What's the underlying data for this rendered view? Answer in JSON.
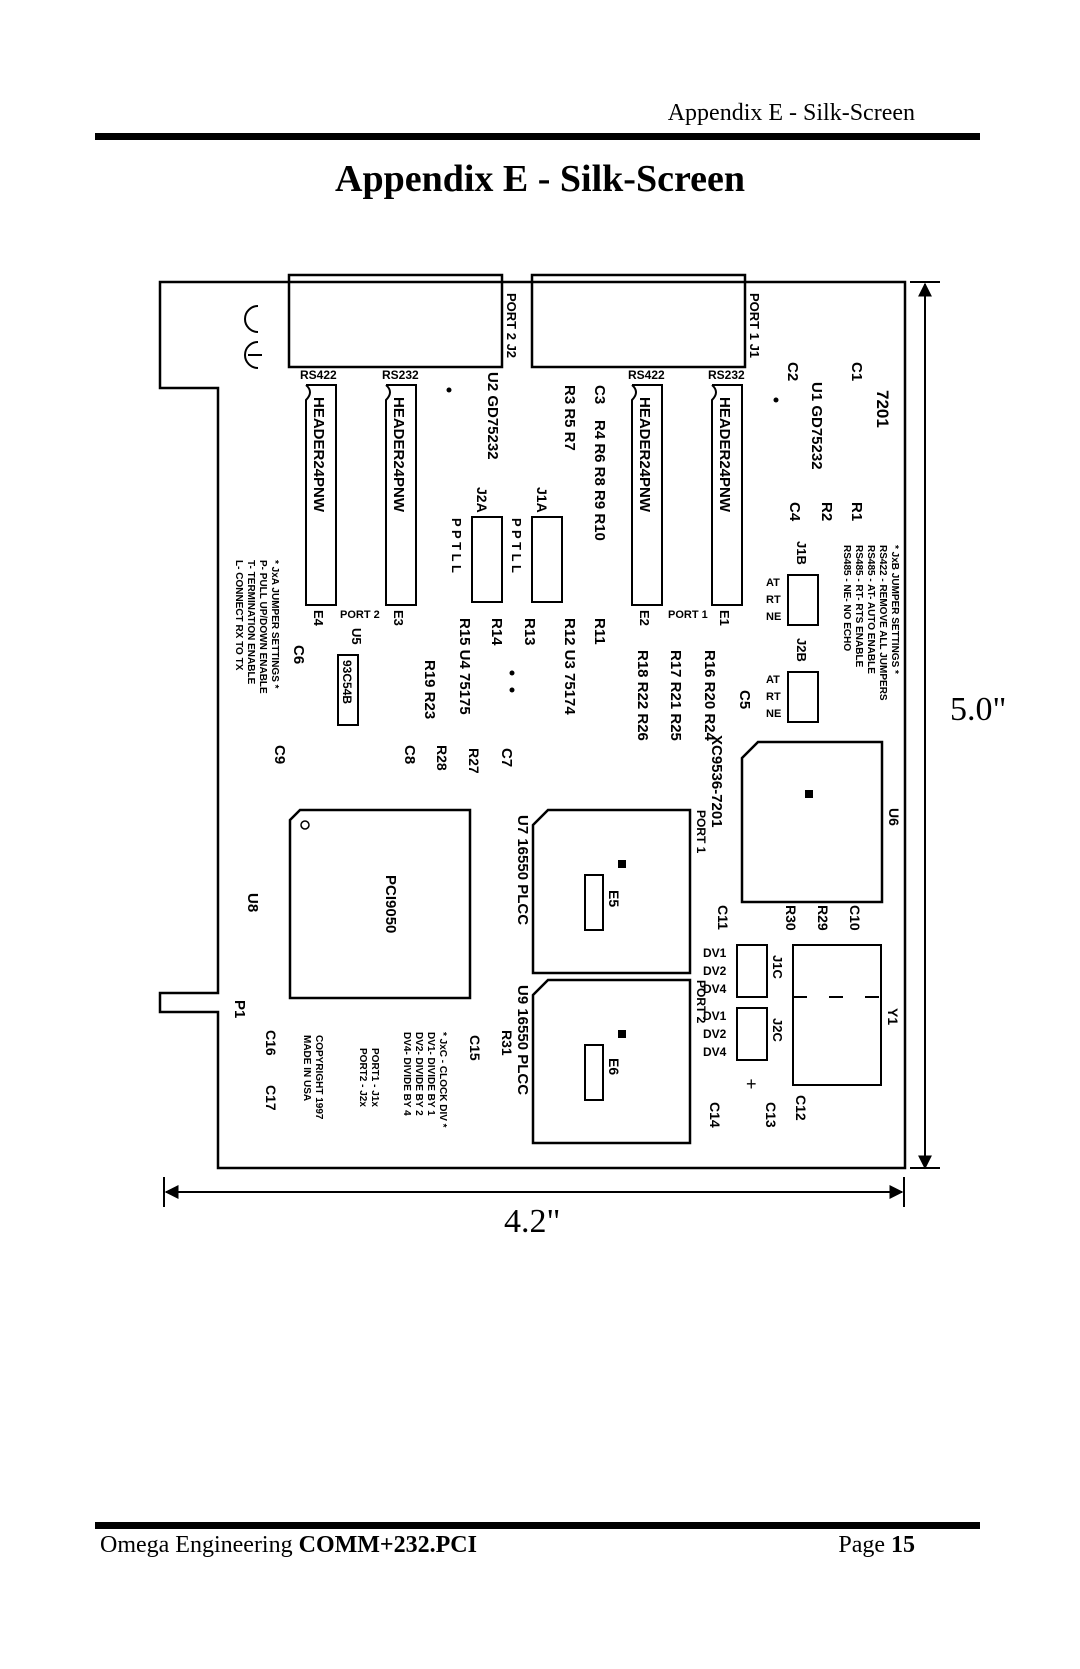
{
  "header": {
    "running_title": "Appendix E - Silk-Screen"
  },
  "page": {
    "title": "Appendix E - Silk-Screen"
  },
  "figure": {
    "dim_height": "5.0\"",
    "dim_width": "4.2\"",
    "labels": {
      "port2_j2": "PORT 2  J2",
      "port1_j1": "PORT 1  J1",
      "rs422_a": "RS422",
      "rs232_a": "RS232",
      "rs422_b": "RS422",
      "rs232_b": "RS232",
      "header_e4": "HEADER24PNW",
      "header_e3": "HEADER24PNW",
      "header_e2": "HEADER24PNW",
      "header_e1": "HEADER24PNW",
      "e4": "E4",
      "e3": "E3",
      "e2": "E2",
      "e1": "E1",
      "port2_small": "PORT 2",
      "port1_small": "PORT 1",
      "u2": "U2 GD75232",
      "u1": "U1 GD75232",
      "c1": "C1",
      "c2": "C2",
      "c3": "C3",
      "c4": "C4",
      "c5": "C5",
      "c6": "C6",
      "c7": "C7",
      "c8": "C8",
      "c9": "C9",
      "c10": "C10",
      "c11": "C11",
      "c12": "C12",
      "c13": "C13",
      "c14": "C14",
      "c15": "C15",
      "c16": "C16",
      "c17": "C17",
      "model": "7201",
      "r_row1": "R3  R5  R7",
      "r_row2": "R4  R6  R8  R9  R10",
      "r11": "R11",
      "r12": "R12 U3  75174",
      "r13": "R13",
      "r14": "R14",
      "r15": "R15 U4 75175",
      "r1": "R1",
      "r2": "R2",
      "r16": "R16 R20 R24",
      "r17": "R17 R21 R25",
      "r18": "R18 R22 R26",
      "r19": "R19 R23",
      "r27": "R27",
      "r28": "R28",
      "j2a": "J2A",
      "j1a": "J1A",
      "pptll_a": "P P T L L",
      "pptll_b": "P P T L L",
      "j1b": "J1B",
      "j2b": "J2B",
      "at_rt_ne_1": [
        "AT",
        "RT",
        "NE"
      ],
      "at_rt_ne_2": [
        "AT",
        "RT",
        "NE"
      ],
      "jxb_notes": [
        "* JxB JUMPER SETTINGS *",
        "RS422 - REMOVE ALL JUMPERS",
        "RS485 - AT- AUTO ENABLE",
        "RS485 - RT- RTS ENABLE",
        "RS485 - NE- NO ECHO"
      ],
      "jxa_notes": [
        "* JxA JUMPER SETTINGS *",
        "P- PULL UP/DOWN ENABLE",
        "T- TERMINATION ENABLE",
        "L- CONNECT RX TO TX"
      ],
      "u5": "U5",
      "u5_chip": "93C54B",
      "u6": "U6",
      "xc": "XC9536-7201",
      "u7": "U7  16550 PLCC",
      "e5": "E5",
      "port1_u7": "PORT 1",
      "u9": "U9  16550 PLCC",
      "e6": "E6",
      "port2_u9": "PORT 2",
      "r31": "R31",
      "u8": "U8",
      "pci": "PCI9050",
      "r30": "R30",
      "r29": "R29",
      "dv_1": [
        "DV1",
        "DV2",
        "DV4"
      ],
      "dv_2": [
        "DV1",
        "DV2",
        "DV4"
      ],
      "j1c": "J1C",
      "j2c": "J2C",
      "y1": "Y1",
      "p1": "P1",
      "jxc_notes": [
        "* JxC - CLOCK DIV *",
        "DV1- DIVIDE BY 1",
        "DV2- DIVIDE BY 2",
        "DV4- DIVIDE BY 4"
      ],
      "port_notes": [
        "PORT1 - J1x",
        "PORT2 - J2x"
      ],
      "copyright": [
        "COPYRIGHT 1997",
        "MADE IN USA"
      ],
      "plus": "+"
    }
  },
  "footer": {
    "company": "Omega Engineering",
    "product": "COMM+232.PCI",
    "page_label": "Page",
    "page_number": "15"
  }
}
